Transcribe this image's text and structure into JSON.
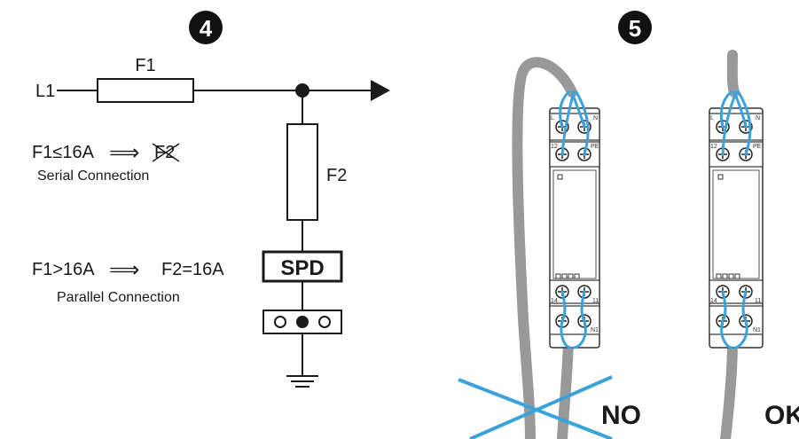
{
  "step4": {
    "badge": "4"
  },
  "step5": {
    "badge": "5"
  },
  "schematic": {
    "line_label": "L1",
    "fuse1_label": "F1",
    "fuse2_label": "F2",
    "spd_label": "SPD",
    "rule1_left": "F1≤16A",
    "rule1_arrow": "⟹",
    "rule1_right": "F2",
    "rule1_caption": "Serial Connection",
    "rule2_left": "F1>16A",
    "rule2_arrow": "⟹",
    "rule2_right": "F2=16A",
    "rule2_caption": "Parallel Connection"
  },
  "wiring": {
    "wrong_label": "NO",
    "right_label": "OK",
    "terminal_top_left": "L",
    "terminal_top_right": "N",
    "terminal_mid_left": "12",
    "terminal_mid_right": "PE",
    "terminal_low_left": "14",
    "terminal_low_right": "11",
    "terminal_bot_right": "N1"
  },
  "colors": {
    "ink": "#1a1a1a",
    "cable": "#999999",
    "wire": "#3ba3d9",
    "cross": "#3ba3d9"
  }
}
